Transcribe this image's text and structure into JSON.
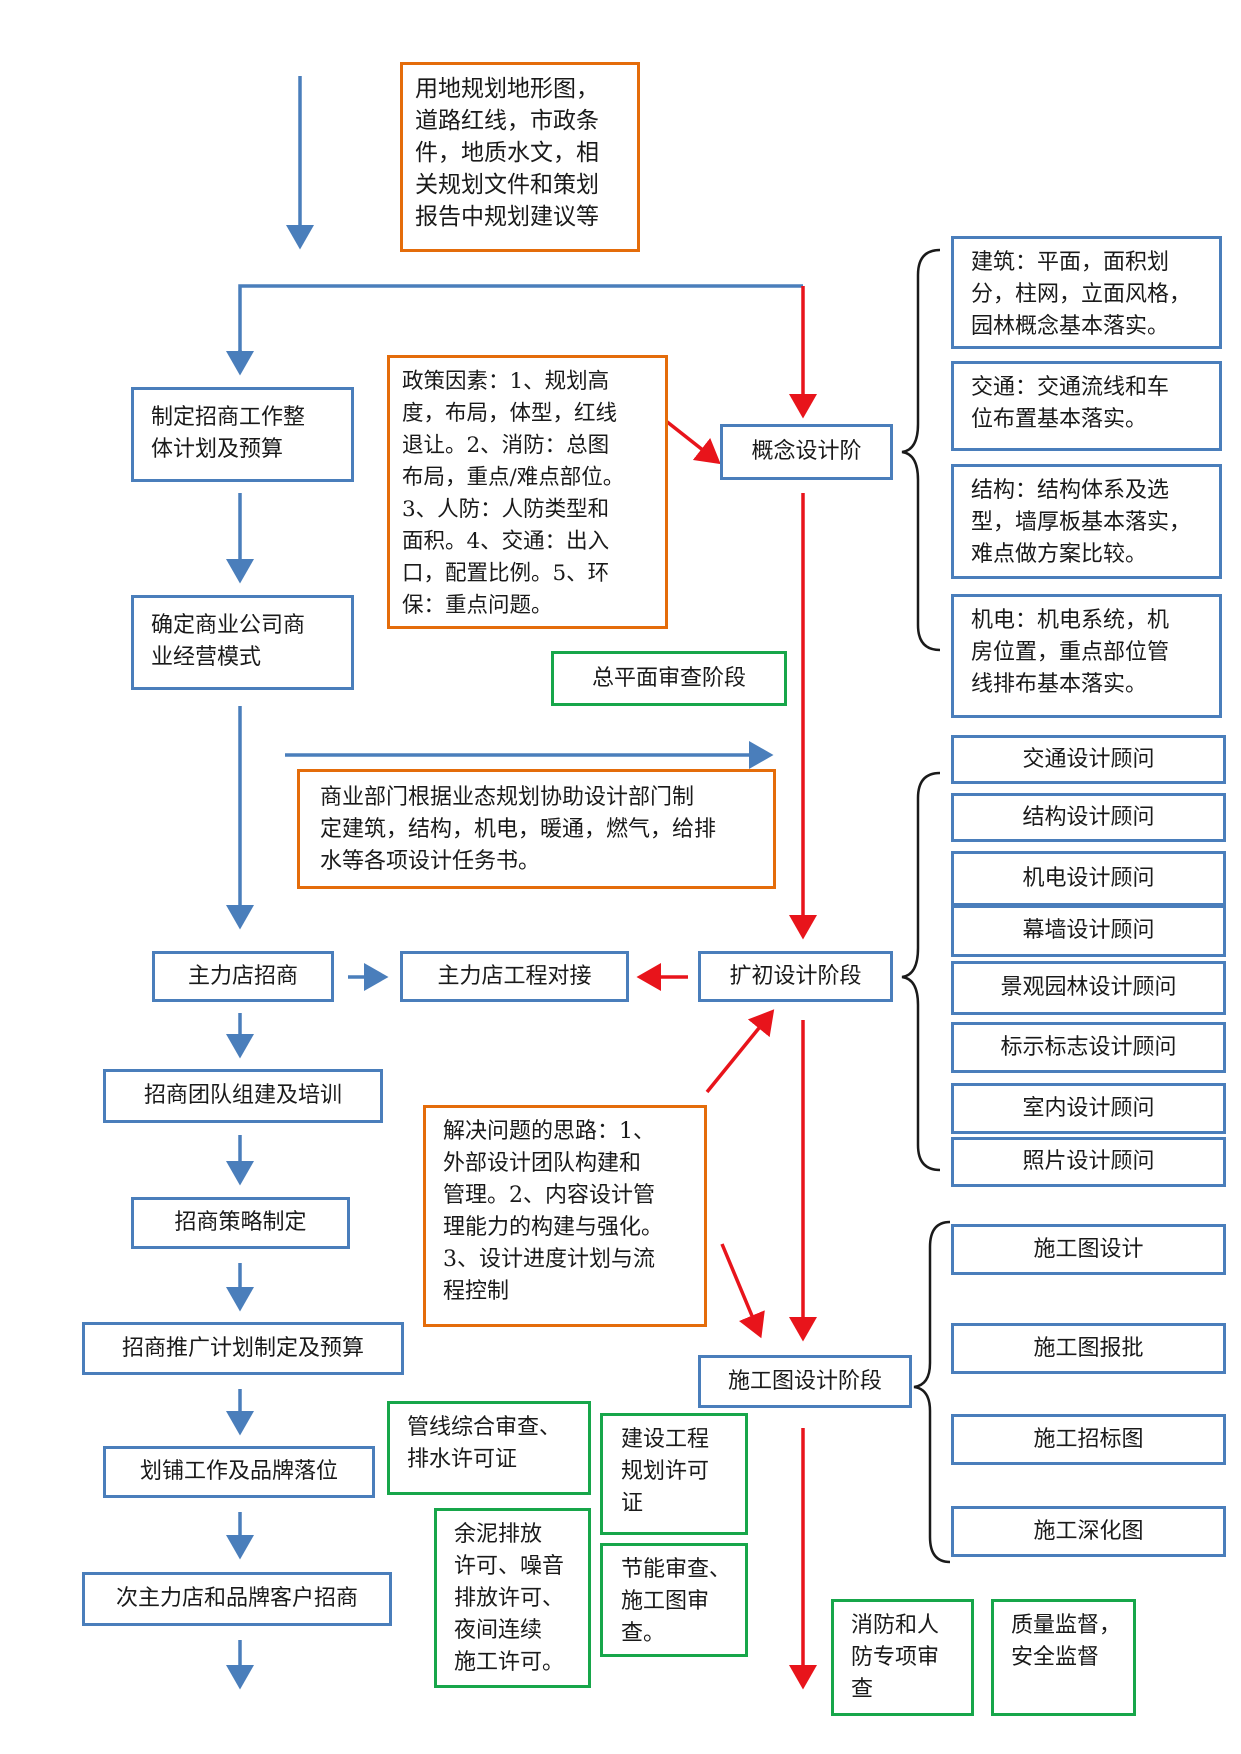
{
  "nodes": {
    "input_info": [
      "用地规划地形图，",
      "道路红线，市政条",
      "件，地质水文，相",
      "关规划文件和策划",
      "报告中规划建议等"
    ],
    "plan_budget": [
      "制定招商工作整",
      "体计划及预算"
    ],
    "biz_mode": [
      "确定商业公司商",
      "业经营模式"
    ],
    "policy": [
      "政策因素：1、规划高",
      "度，布局，体型，红线",
      "退让。2、消防：总图",
      "布局，重点/难点部位。",
      "3、人防：人防类型和",
      "面积。4、交通：出入",
      "口，配置比例。5、环",
      "保：重点问题。"
    ],
    "concept": "概念设计阶",
    "master_plan_review": "总平面审查阶段",
    "design_brief": [
      "商业部门根据业态规划协助设计部门制",
      "定建筑，结构，机电，暖通，燃气，给排",
      "水等各项设计任务书。"
    ],
    "anchor_leasing": "主力店招商",
    "anchor_eng": "主力店工程对接",
    "schematic": "扩初设计阶段",
    "team_training": "招商团队组建及培训",
    "strategy": "招商策略制定",
    "promo_plan": "招商推广计划制定及预算",
    "zoning": "划铺工作及品牌落位",
    "sub_anchor": "次主力店和品牌客户招商",
    "solution": [
      "解决问题的思路：1、",
      "外部设计团队构建和",
      "管理。2、内容设计管",
      "理能力的构建与强化。",
      "3、设计进度计划与流",
      "程控制"
    ],
    "construction_drawing": "施工图设计阶段",
    "pipeline_review": [
      "管线综合审查、",
      "排水许可证"
    ],
    "planning_permit": [
      "建设工程",
      "规划许可",
      "证"
    ],
    "energy_review": [
      "节能审查、",
      "施工图审",
      "查。"
    ],
    "mud_permit": [
      "余泥排放",
      "许可、噪音",
      "排放许可、",
      "夜间连续",
      "施工许可。"
    ],
    "fire_review": [
      "消防和人",
      "防专项审",
      "查"
    ],
    "supervision": [
      "质量监督，",
      "安全监督"
    ]
  },
  "concept_details": [
    [
      "建筑：平面，面积划",
      "分，柱网，立面风格，",
      "园林概念基本落实。"
    ],
    [
      "交通：交通流线和车",
      "位布置基本落实。"
    ],
    [
      "结构：结构体系及选",
      "型，墙厚板基本落实，",
      "难点做方案比较。"
    ],
    [
      "机电：机电系统，机",
      "房位置，重点部位管",
      "线排布基本落实。"
    ]
  ],
  "consultants": [
    "交通设计顾问",
    "结构设计顾问",
    "机电设计顾问",
    "幕墙设计顾问",
    "景观园林设计顾问",
    "标示标志设计顾问",
    "室内设计顾问",
    "照片设计顾问"
  ],
  "construction_items": [
    "施工图设计",
    "施工图报批",
    "施工招标图",
    "施工深化图"
  ],
  "colors": {
    "blue": "#4a7ebb",
    "red": "#e8141b",
    "orange": "#e46c0a",
    "green": "#17a64a"
  }
}
